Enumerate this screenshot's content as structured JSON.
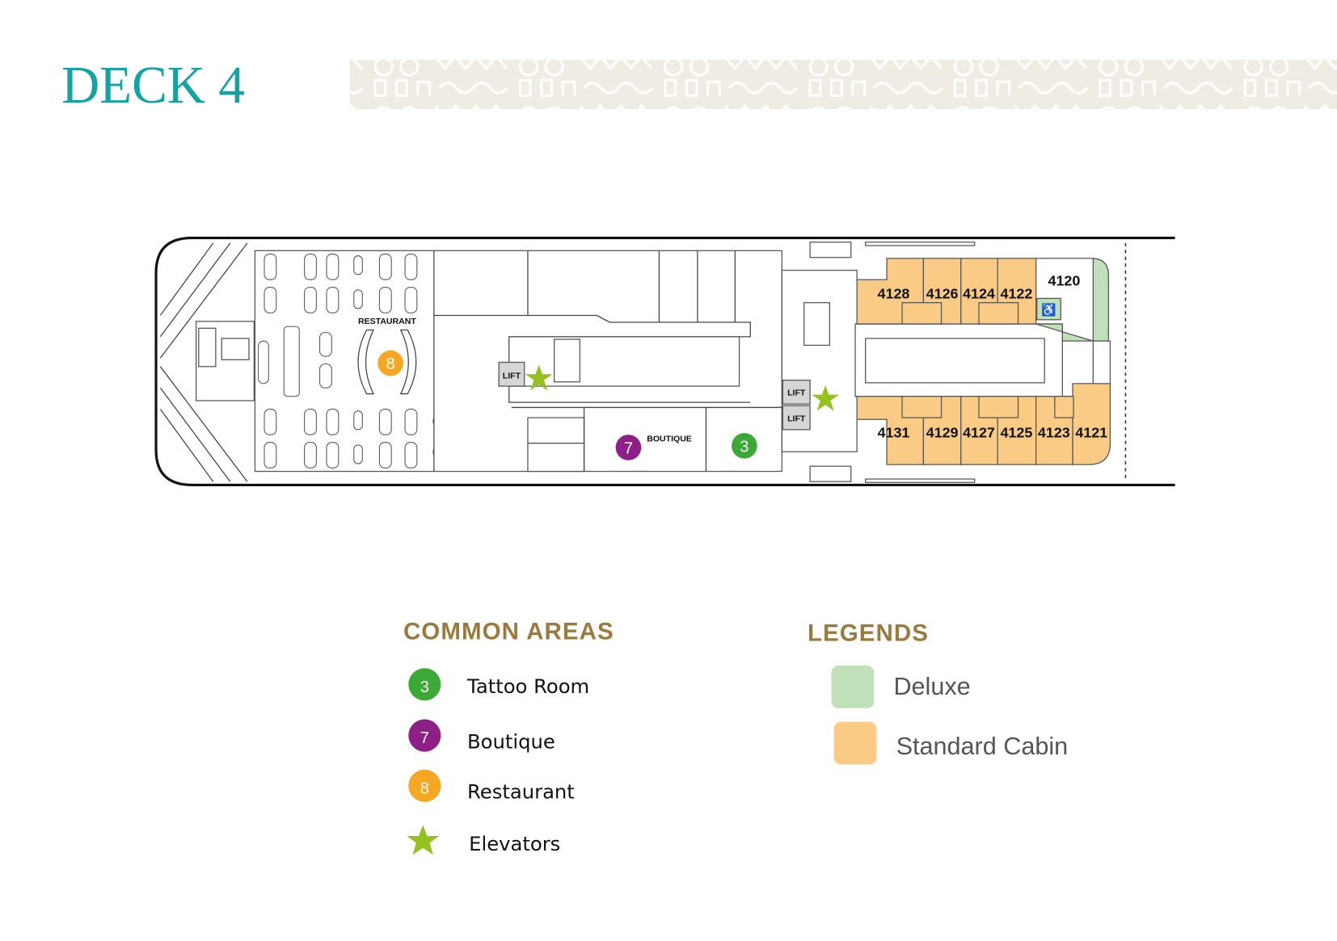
{
  "title": "DECK 4",
  "colors": {
    "title": "#14a3a3",
    "tattoo": "#3aa935",
    "boutique": "#8e1f87",
    "restaurant": "#f5a623",
    "elevator": "#95c11f",
    "deluxe": "#bfe0b8",
    "standard": "#f9cb85",
    "heading": "#9a7b3f"
  },
  "plan": {
    "restaurant_label": "RESTAURANT",
    "boutique_label": "BOUTIQUE",
    "lift_label": "LIFT",
    "markers": {
      "restaurant": "8",
      "boutique": "7",
      "tattoo": "3"
    },
    "cabins_top": [
      {
        "number": "4128",
        "type": "standard"
      },
      {
        "number": "4126",
        "type": "standard"
      },
      {
        "number": "4124",
        "type": "standard"
      },
      {
        "number": "4122",
        "type": "standard"
      },
      {
        "number": "4120",
        "type": "deluxe"
      }
    ],
    "cabins_bottom": [
      {
        "number": "4131",
        "type": "standard"
      },
      {
        "number": "4129",
        "type": "standard"
      },
      {
        "number": "4127",
        "type": "standard"
      },
      {
        "number": "4125",
        "type": "standard"
      },
      {
        "number": "4123",
        "type": "standard"
      },
      {
        "number": "4121",
        "type": "standard"
      }
    ],
    "accessible_icon": "wheelchair-icon"
  },
  "common_areas": {
    "heading": "COMMON AREAS",
    "items": [
      {
        "marker": "3",
        "label": "Tattoo Room"
      },
      {
        "marker": "7",
        "label": "Boutique"
      },
      {
        "marker": "8",
        "label": "Restaurant"
      },
      {
        "marker": "star-icon",
        "label": "Elevators"
      }
    ]
  },
  "legends": {
    "heading": "LEGENDS",
    "items": [
      {
        "label": "Deluxe"
      },
      {
        "label": "Standard Cabin"
      }
    ]
  }
}
